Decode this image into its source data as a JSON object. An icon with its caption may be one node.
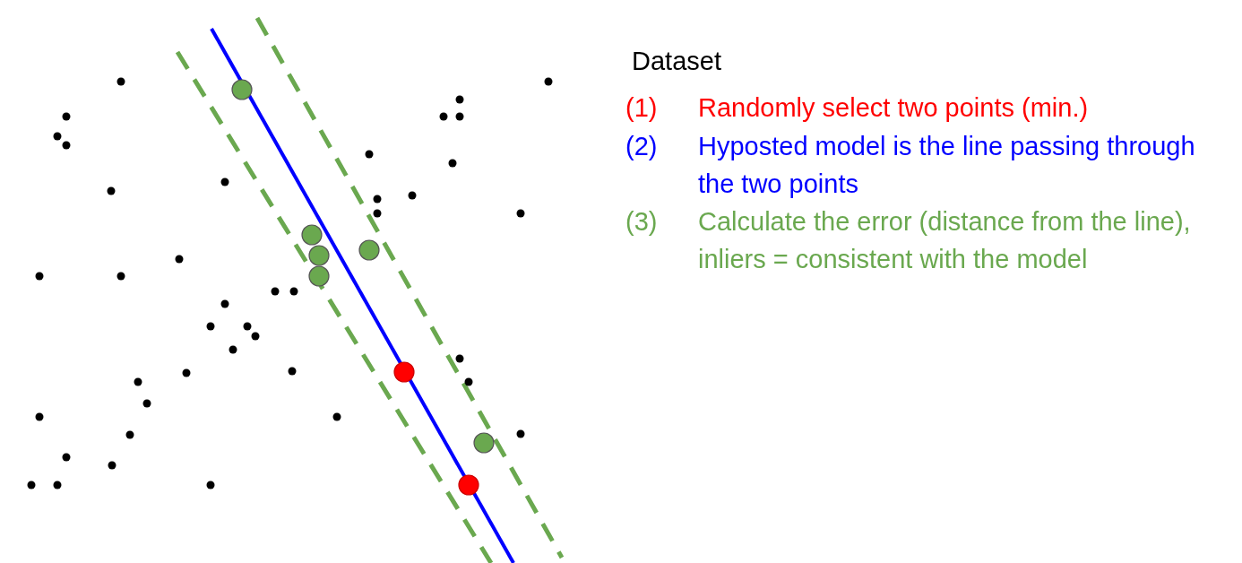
{
  "diagram": {
    "labels": [
      "Dataset",
      "(1)",
      "Randomly select two points (min.)",
      "(2)",
      "Hyposted model is the line passing through the two points",
      "(3)",
      "Calculate the error (distance from the line), inliers = consistent with the model"
    ]
  }
}
